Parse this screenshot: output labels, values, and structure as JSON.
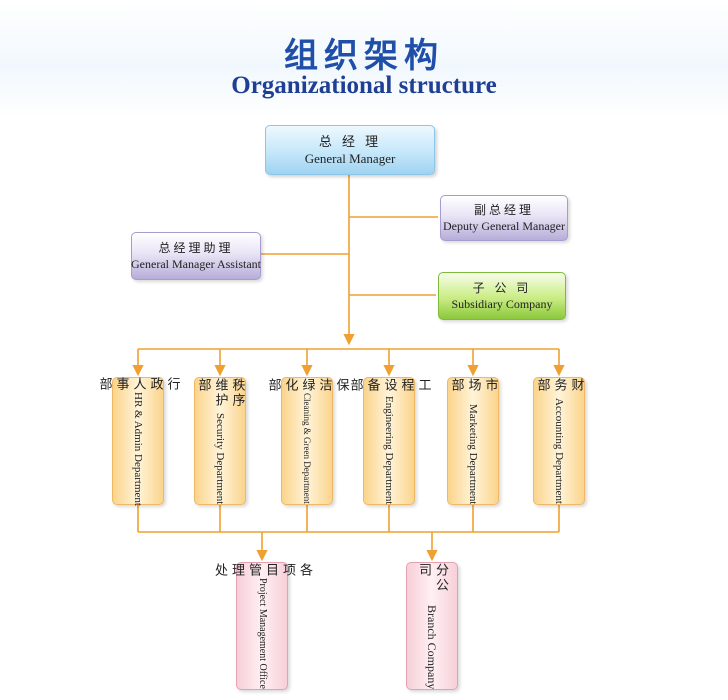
{
  "title": {
    "cn": "组织架构",
    "en": "Organizational structure"
  },
  "colors": {
    "line": "#f0a030",
    "title": "#1f4fa8"
  },
  "general_manager": {
    "cn": "总 经 理",
    "en": "General  Manager"
  },
  "deputy_general_manager": {
    "cn": "副总经理",
    "en": "Deputy  General  Manager"
  },
  "general_manager_assistant": {
    "cn": "总经理助理",
    "en": "General  Manager  Assistant"
  },
  "subsidiary": {
    "cn": "子 公 司",
    "en": "Subsidiary  Company"
  },
  "departments": [
    {
      "cn": "行政人事部",
      "en": "HR & Admin Department"
    },
    {
      "cn": "秩序维护部",
      "en": "Security  Department"
    },
    {
      "cn": "保洁绿化部",
      "en": "Cleaning & Green Department"
    },
    {
      "cn": "工程设备部",
      "en": "Engineering Department"
    },
    {
      "cn": "市场部",
      "en": "Marketing Department"
    },
    {
      "cn": "财务部",
      "en": "Accounting  Department"
    }
  ],
  "offices": [
    {
      "cn": "各项目管理处",
      "en": "Project Management Office"
    },
    {
      "cn": "分公司",
      "en": "Branch  Company"
    }
  ]
}
